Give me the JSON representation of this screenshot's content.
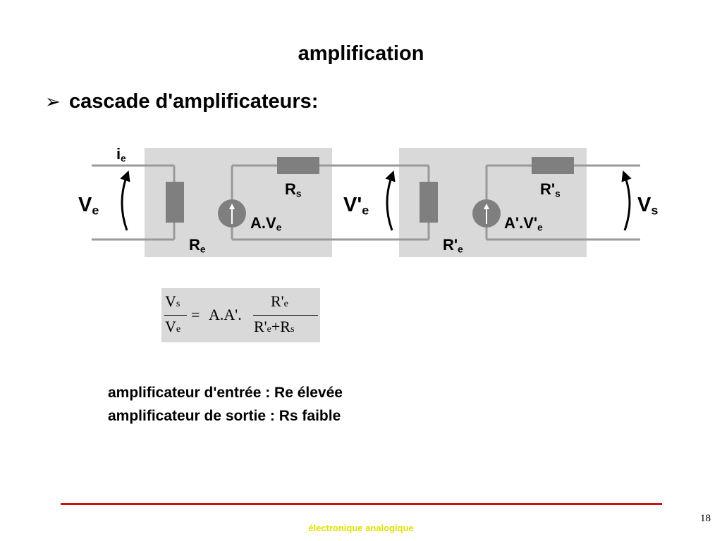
{
  "title": "amplification",
  "bullet": {
    "arrow": "➢",
    "text": "cascade d'amplificateurs:"
  },
  "circuit": {
    "stage1": {
      "input_voltage": "V",
      "input_voltage_sub": "e",
      "current": "i",
      "current_sub": "e",
      "input_resistor": "R",
      "input_resistor_sub": "e",
      "output_resistor": "R",
      "output_resistor_sub": "s",
      "source": "A.V",
      "source_sub": "e"
    },
    "stage2": {
      "input_voltage": "V'",
      "input_voltage_sub": "e",
      "input_resistor": "R'",
      "input_resistor_sub": "e",
      "output_resistor": "R'",
      "output_resistor_sub": "s",
      "source": "A'.V'",
      "source_sub": "e"
    },
    "output_voltage": "V",
    "output_voltage_sub": "s",
    "colors": {
      "box": "#d9d9d9",
      "wire": "#999999",
      "resistor": "#7f7f7f",
      "source": "#7f7f7f",
      "arrow": "#000000"
    }
  },
  "formula": {
    "lhs_num": "V",
    "lhs_num_sub": "s",
    "lhs_den": "V",
    "lhs_den_sub": "e",
    "equals": "=",
    "factor": "A.A'.",
    "rhs_num": "R'",
    "rhs_num_sub": "e",
    "rhs_den_a": "R'",
    "rhs_den_a_sub": "e",
    "rhs_plus": "+",
    "rhs_den_b": "R",
    "rhs_den_b_sub": "s"
  },
  "notes": [
    "amplificateur d'entrée : Re élevée",
    "amplificateur de sortie : Rs faible"
  ],
  "footer": "électronique analogique",
  "page_number": "18",
  "colors": {
    "rule": "#cc1111",
    "footer": "#e0e000"
  }
}
